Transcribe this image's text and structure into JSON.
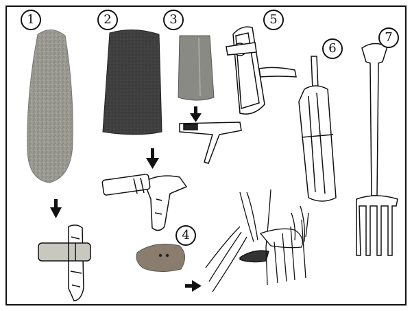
{
  "figure": {
    "labels": [
      "1",
      "2",
      "3",
      "4",
      "5",
      "6",
      "7"
    ]
  },
  "colors": {
    "frame": "#111111",
    "stone_light": "#9a9a92",
    "stone_dark": "#444444",
    "stone_mid": "#888880",
    "stone_brown": "#7a6a5a",
    "line_art": "#111111"
  },
  "icons": [
    "down-arrow-icon",
    "right-arrow-icon"
  ]
}
